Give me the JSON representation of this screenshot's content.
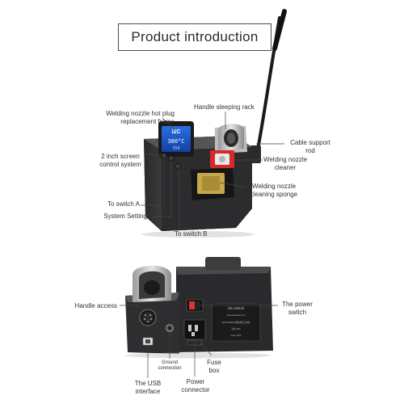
{
  "title": "Product introduction",
  "top_labels": {
    "nozzle_frame_1": "Welding nozzle hot plug",
    "nozzle_frame_2": "replacement frame",
    "handle_rack": "Handle sleeping rack",
    "cable_rod_1": "Cable support",
    "cable_rod_2": "rod",
    "screen_1": "2 inch screen",
    "screen_2": "control system",
    "cleaner_1": "Welding nozzle",
    "cleaner_2": "cleaner",
    "sponge_1": "Welding nozzle",
    "sponge_2": "cleaning sponge",
    "switch_a": "To switch A",
    "system_settings": "System Settings",
    "switch_b": "To switch B"
  },
  "device_screen": {
    "brand": "i2C",
    "temp": "380°C",
    "sub": "350"
  },
  "bottom_labels": {
    "handle_access": "Handle access",
    "power_switch_1": "The power",
    "power_switch_2": "switch",
    "ground_1": "Ground",
    "ground_2": "connection",
    "fuse_1": "Fuse",
    "fuse_2": "box",
    "usb_1": "The USB",
    "usb_2": "interface",
    "power_conn_1": "Power",
    "power_conn_2": "connector"
  },
  "back_panel": {
    "model": "i2C-2SCN",
    "line1": "www.i2cstation.com",
    "line2": "220V 50/60Hz   精密焊接工作台",
    "line3": "功率 75W",
    "line4": "Fuse 3.15A"
  }
}
